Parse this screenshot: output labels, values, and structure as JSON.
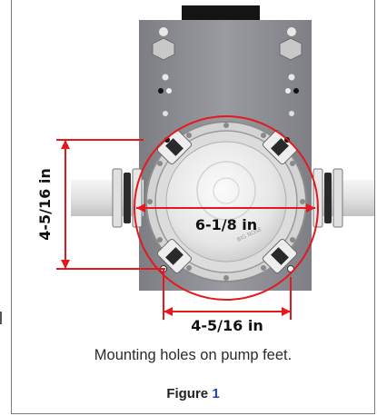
{
  "figure": {
    "dimensions": {
      "vertical": "4-5/16 in",
      "horizontal_center": "6-1/8 in",
      "horizontal_bottom": "4-5/16 in"
    },
    "pump_marking": "BIG NOSE",
    "caption": "Mounting holes on pump feet.",
    "figure_prefix": "Figure",
    "figure_number": "1",
    "colors": {
      "dimension_lines": "#e3191e",
      "figure_number": "#2340b8",
      "plate": "#8f9096",
      "pump_body": "#ececec"
    }
  }
}
